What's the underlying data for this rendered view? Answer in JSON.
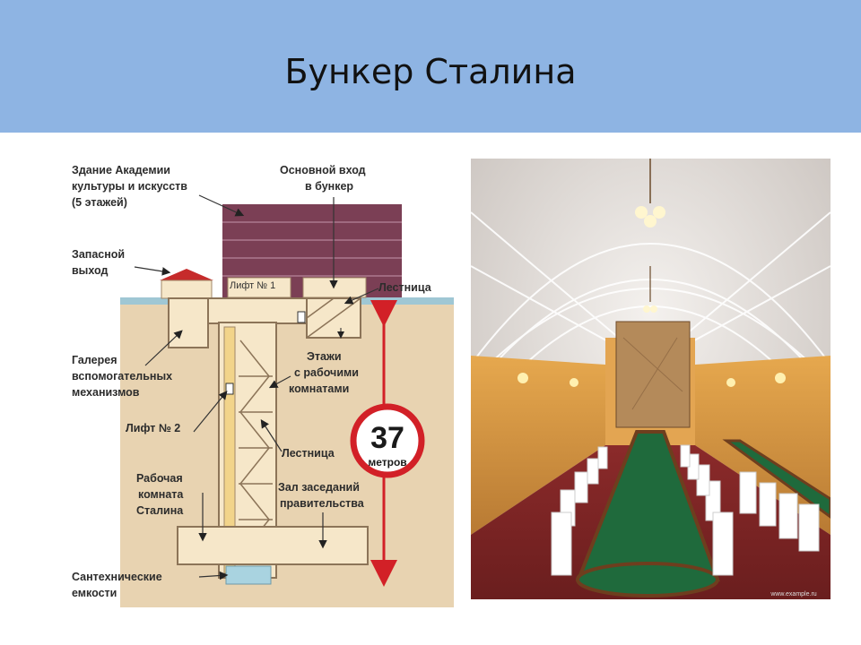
{
  "slide": {
    "title": "Бункер Сталина"
  },
  "diagram": {
    "labels": {
      "academy_building_line1": "Здание Академии",
      "academy_building_line2": "культуры и искусств",
      "academy_building_line3": "(5 этажей)",
      "main_entrance_line1": "Основной вход",
      "main_entrance_line2": "в бункер",
      "emergency_exit_line1": "Запасной",
      "emergency_exit_line2": "выход",
      "lift1": "Лифт № 1",
      "staircase_top": "Лестница",
      "gallery_line1": "Галерея",
      "gallery_line2": "вспомогательных",
      "gallery_line3": "механизмов",
      "floors_line1": "Этажи",
      "floors_line2": "с рабочими",
      "floors_line3": "комнатами",
      "lift2": "Лифт № 2",
      "staircase_mid": "Лестница",
      "stalin_room_line1": "Рабочая",
      "stalin_room_line2": "комната",
      "stalin_room_line3": "Сталина",
      "hall_line1": "Зал заседаний",
      "hall_line2": "правительства",
      "tanks_line1": "Сантехнические",
      "tanks_line2": "емкости"
    },
    "depth": {
      "value": "37",
      "unit": "метров"
    },
    "colors": {
      "soil": "#e8d3b1",
      "structure": "#f6e7c9",
      "building": "#7a3e54",
      "accent": "#d22027",
      "water": "#a9d3e0"
    }
  },
  "photo": {
    "watermark": "www.example.ru"
  }
}
